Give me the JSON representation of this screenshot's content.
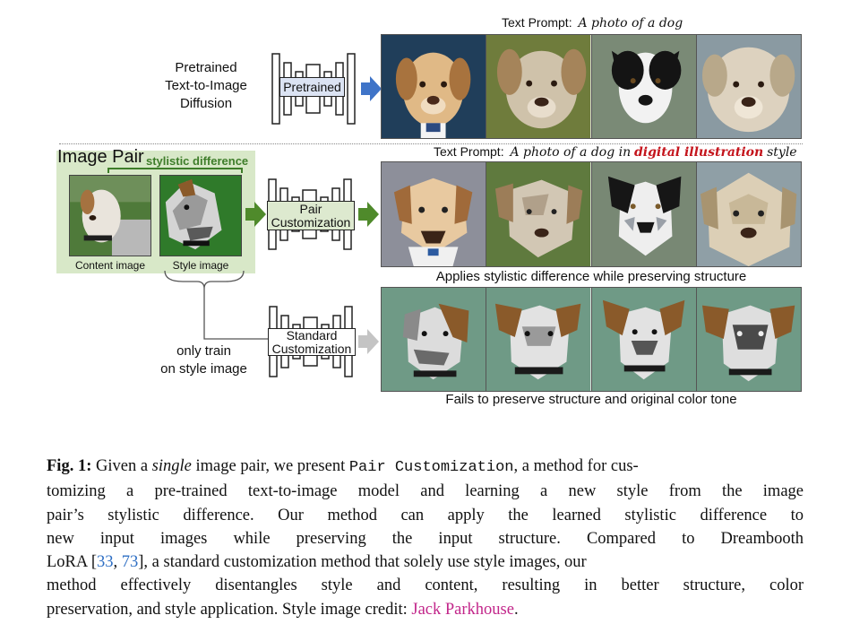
{
  "row1": {
    "left_label": [
      "Pretrained",
      "Text-to-Image",
      "Diffusion"
    ],
    "model_label": "Pretrained",
    "prompt_label": "Text Prompt:",
    "prompt_text": "A photo of a dog"
  },
  "row2": {
    "image_pair_title": "Image Pair",
    "stylistic_label": "stylistic difference",
    "content_caption": "Content image",
    "style_caption": "Style image",
    "model_label": [
      "Pair",
      "Customization"
    ],
    "prompt_label": "Text Prompt:",
    "prompt_before": "A photo of a dog in",
    "prompt_highlight": "digital illustration",
    "prompt_after": "style",
    "result_caption": "Applies stylistic difference while preserving structure"
  },
  "row3": {
    "left_label": [
      "only train",
      "on style image"
    ],
    "model_label": [
      "Standard",
      "Customization"
    ],
    "result_caption": "Fails to preserve structure and original color tone"
  },
  "caption": {
    "fig_label": "Fig. 1:",
    "lines": [
      [
        "Given a ",
        "single",
        " image pair, we present ",
        "Pair Customization",
        ", a method for cus-"
      ],
      [
        "tomizing a pre-trained text-to-image model and learning a new style from the image"
      ],
      [
        "pair’s stylistic difference. Our method can apply the learned stylistic difference to"
      ],
      [
        "new input images while preserving the input structure. Compared to Dreambooth"
      ],
      [
        "LoRA [",
        "33",
        ", ",
        "73",
        "], a standard customization method that solely use style images, our"
      ],
      [
        "method effectively disentangles style and content, resulting in better structure, color"
      ],
      [
        "preservation, and style application. Style image credit: ",
        "Jack Parkhouse",
        "."
      ]
    ]
  },
  "colors": {
    "green_accent": "#3e7d2a",
    "pair_bg": "#d8e8c8",
    "model_fill": "#dde9cf",
    "pretrained_fill": "#dbe3f3",
    "blue_arrow": "#3f74c8",
    "green_arrow": "#4f8a2b",
    "gray_arrow": "#c4c4c4",
    "highlight_red": "#c4141c",
    "citation_blue": "#2e6fc4",
    "credit_magenta": "#c2268a"
  }
}
